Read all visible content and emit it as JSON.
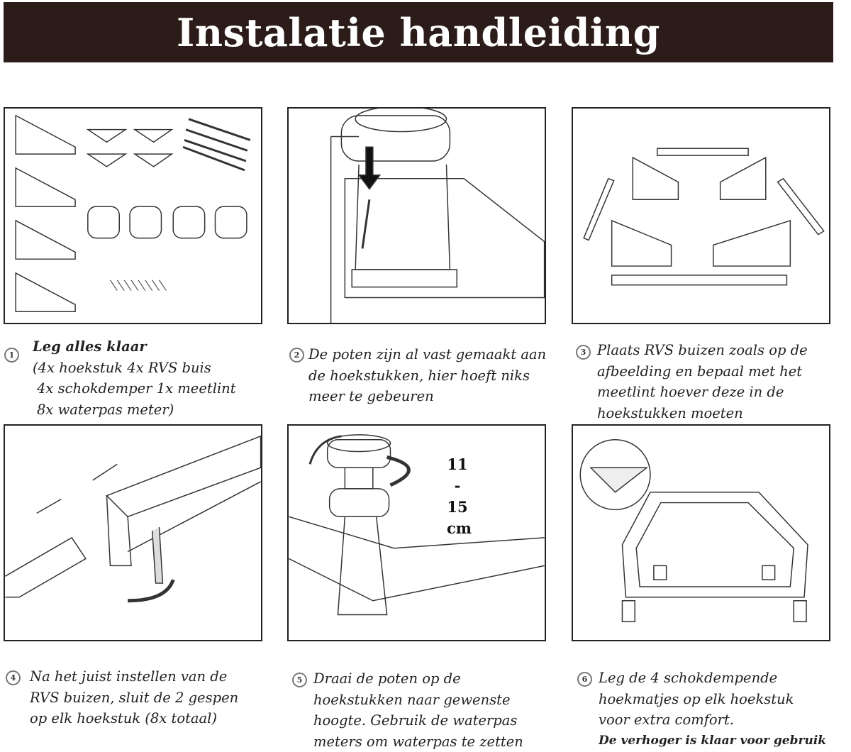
{
  "title": "Instalatie handleiding",
  "steps": [
    {
      "number": "1",
      "heading": "Leg alles klaar",
      "lines": [
        "(4x hoekstuk 4x RVS buis",
        "4x schokdemper 1x meetlint",
        "8x waterpas meter)"
      ]
    },
    {
      "number": "2",
      "lines": [
        "De poten zijn al vast gemaakt aan",
        "de hoekstukken, hier hoeft niks",
        "meer te gebeuren"
      ]
    },
    {
      "number": "3",
      "lines": [
        "Plaats RVS buizen zoals op de",
        "afbeelding en bepaal met het",
        "meetlint hoever deze in de",
        "hoekstukken moeten"
      ]
    },
    {
      "number": "4",
      "lines": [
        "Na het juist instellen van de",
        "RVS buizen, sluit de 2 gespen",
        "op elk hoekstuk (8x totaal)"
      ]
    },
    {
      "number": "5",
      "lines": [
        "Draai de poten op de",
        "hoekstukken naar gewenste",
        "hoogte. Gebruik de waterpas",
        "meters om waterpas te zetten"
      ]
    },
    {
      "number": "6",
      "lines": [
        "Leg de 4 schokdempende",
        "hoekmatjes op elk hoekstuk",
        "voor extra comfort."
      ],
      "footer": "De verhoger is klaar voor gebruik"
    }
  ],
  "height_range": {
    "min": "11",
    "dash": "-",
    "max": "15",
    "unit": "cm"
  }
}
